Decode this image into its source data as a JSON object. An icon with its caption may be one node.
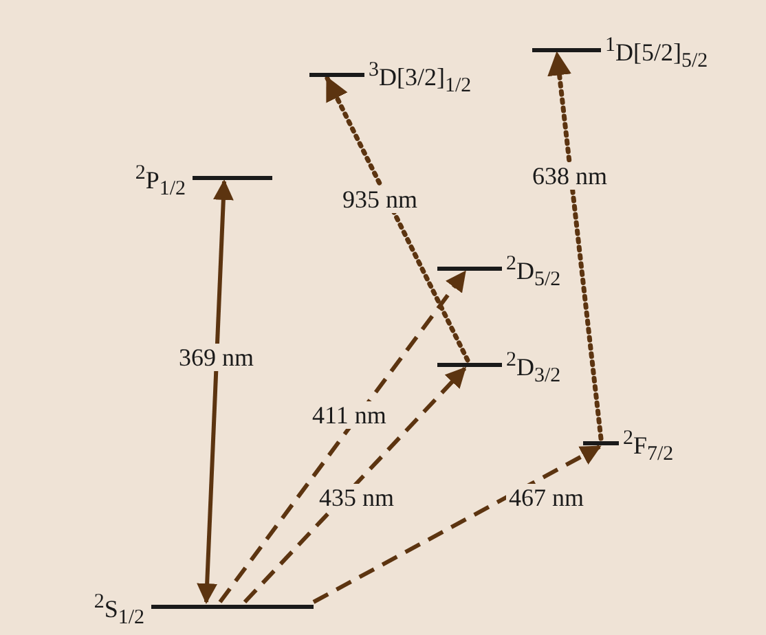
{
  "diagram": {
    "nodes": [
      {
        "text": [
          "$^{2}$S$_{1/2}$"
        ]
      },
      {
        "text": [
          "$^{2}$P$_{1/2}$"
        ]
      },
      {
        "text": [
          "$^{3}$D[3/2]$_{1/2}$"
        ]
      },
      {
        "text": [
          "$^{1}$D[5/2]$_{5/2}$"
        ]
      },
      {
        "text": [
          "$^{2}$D$_{5/2}$"
        ]
      },
      {
        "text": [
          "$^{2}$D$_{3/2}$"
        ]
      },
      {
        "text": [
          "$^{2}$F$_{7/2}$"
        ]
      }
    ],
    "edges": [
      {
        "from": 0,
        "to": 1,
        "arrow": "both",
        "label": "369 nm"
      },
      {
        "from": 0,
        "to": 4,
        "arrow": "to",
        "label": "411 nm",
        "style": "dashed"
      },
      {
        "from": 0,
        "to": 5,
        "arrow": "to",
        "label": "435 nm",
        "style": "dashed"
      },
      {
        "from": 0,
        "to": 6,
        "arrow": "to",
        "label": "467 nm",
        "style": "dashed"
      },
      {
        "from": 5,
        "to": 2,
        "arrow": "to",
        "label": "935 nm",
        "style": "dashed"
      },
      {
        "from": 6,
        "to": 3,
        "arrow": "to",
        "label": "638 nm",
        "style": "dashed"
      }
    ]
  }
}
